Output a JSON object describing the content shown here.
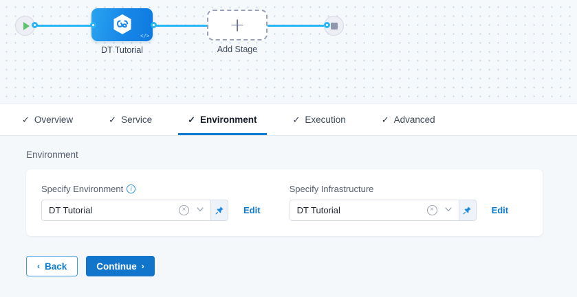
{
  "pipeline": {
    "start_node": {
      "icon": "play-icon",
      "label": ""
    },
    "stage_node": {
      "label": "DT Tutorial",
      "icon": "hexagon-infinity-icon",
      "badge": "</>"
    },
    "add_node": {
      "label": "Add Stage",
      "icon": "plus-icon"
    },
    "end_node": {
      "icon": "stop-icon",
      "label": ""
    }
  },
  "tabs": [
    {
      "label": "Overview",
      "check": "✓",
      "active": false
    },
    {
      "label": "Service",
      "check": "✓",
      "active": false
    },
    {
      "label": "Environment",
      "check": "✓",
      "active": true
    },
    {
      "label": "Execution",
      "check": "✓",
      "active": false
    },
    {
      "label": "Advanced",
      "check": "✓",
      "active": false
    }
  ],
  "section": {
    "title": "Environment"
  },
  "fields": {
    "environment": {
      "label": "Specify Environment",
      "info": "i",
      "value": "DT Tutorial",
      "placeholder": "Specify Environment",
      "clear": "×",
      "chevron": "⌄",
      "edit_label": "Edit"
    },
    "infrastructure": {
      "label": "Specify Infrastructure",
      "value": "DT Tutorial",
      "placeholder": "Specify Infrastructure",
      "clear": "×",
      "chevron": "⌄",
      "edit_label": "Edit"
    }
  },
  "footer": {
    "back_label": "Back",
    "back_arrow": "‹",
    "continue_label": "Continue",
    "continue_arrow": "›"
  },
  "colors": {
    "accent": "#0b7bd4",
    "node_blue": "#1786e8",
    "edge": "#29b6f6",
    "play_green": "#5ec16e",
    "canvas_bg": "#f5f9fc",
    "content_bg": "#f4f8fb"
  }
}
